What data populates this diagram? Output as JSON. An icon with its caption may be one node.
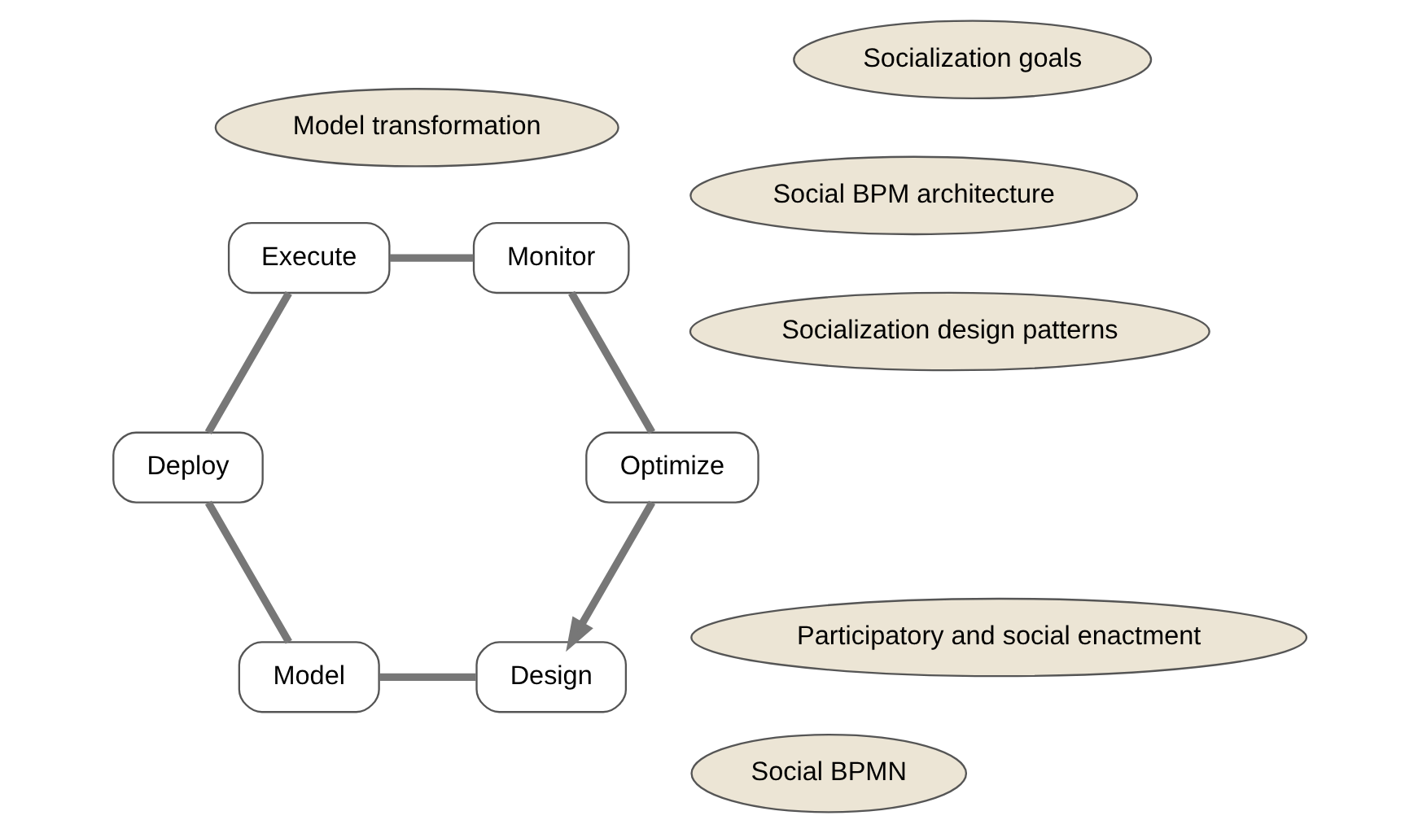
{
  "diagram": {
    "nodes": [
      {
        "text": [
          "Social BPMN"
        ]
      },
      {
        "text": [
          "Socialization design patterns"
        ]
      },
      {
        "text": [
          "Design"
        ]
      },
      {
        "text": [
          "Socialization goals"
        ]
      },
      {
        "text": [
          "Optimize"
        ]
      },
      {
        "text": [
          "Model"
        ]
      },
      {
        "text": [
          "Model transformation"
        ]
      },
      {
        "text": [
          "Deploy"
        ]
      },
      {
        "text": [
          "Monitor"
        ]
      },
      {
        "text": [
          "Participatory and social enactment"
        ]
      },
      {
        "text": [
          "Social BPM architecture"
        ]
      },
      {
        "text": [
          "Execute"
        ]
      }
    ],
    "edges": [
      {
        "from": 2,
        "to": 5,
        "arrow": "none"
      },
      {
        "from": 5,
        "to": 7,
        "arrow": "none"
      },
      {
        "from": 7,
        "to": 11,
        "arrow": "none"
      },
      {
        "from": 11,
        "to": 8,
        "arrow": "none"
      },
      {
        "from": 8,
        "to": 4,
        "arrow": "none"
      },
      {
        "from": 4,
        "to": 2,
        "arrow": "to"
      }
    ]
  }
}
